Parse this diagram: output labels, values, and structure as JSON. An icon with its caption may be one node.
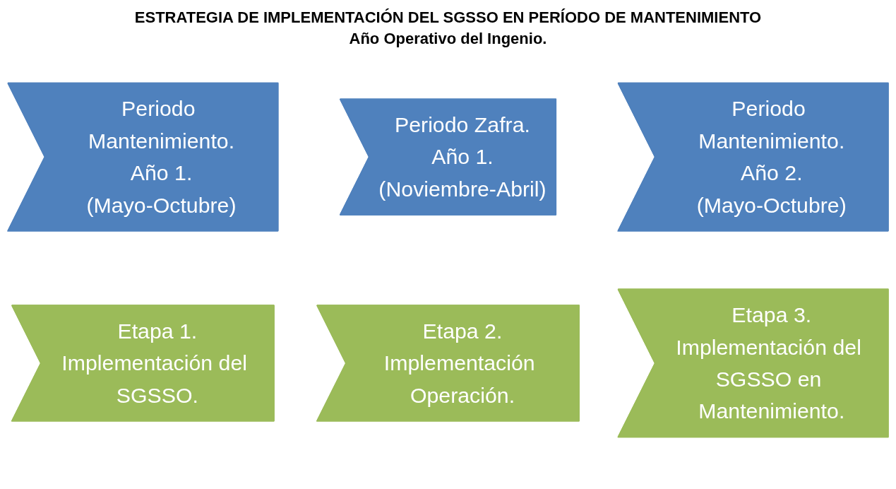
{
  "diagram": {
    "title": "ESTRATEGIA DE IMPLEMENTACIÓN DEL SGSSO EN PERÍODO DE MANTENIMIENTO",
    "nodes": [
      {
        "text": [
          "Periodo Mantenimiento.",
          "Año 1.",
          "(Mayo-Octubre)"
        ]
      },
      {
        "text": [
          "Periodo Zafra.",
          "Año 1.",
          "(Noviembre-Abril)"
        ]
      },
      {
        "text": [
          "Periodo Mantenimiento.",
          "Año 2.",
          "(Mayo-Octubre)"
        ]
      },
      {
        "text": [
          "Etapa 1.",
          "Implementación del SGSSO."
        ]
      },
      {
        "text": [
          "Etapa 2.",
          "Implementación Operación."
        ]
      },
      {
        "text": [
          "Etapa 3.",
          "Implementación del SGSSO en Mantenimiento."
        ]
      }
    ],
    "edges": [],
    "labels": [
      "Año Operativo del Ingenio."
    ]
  }
}
